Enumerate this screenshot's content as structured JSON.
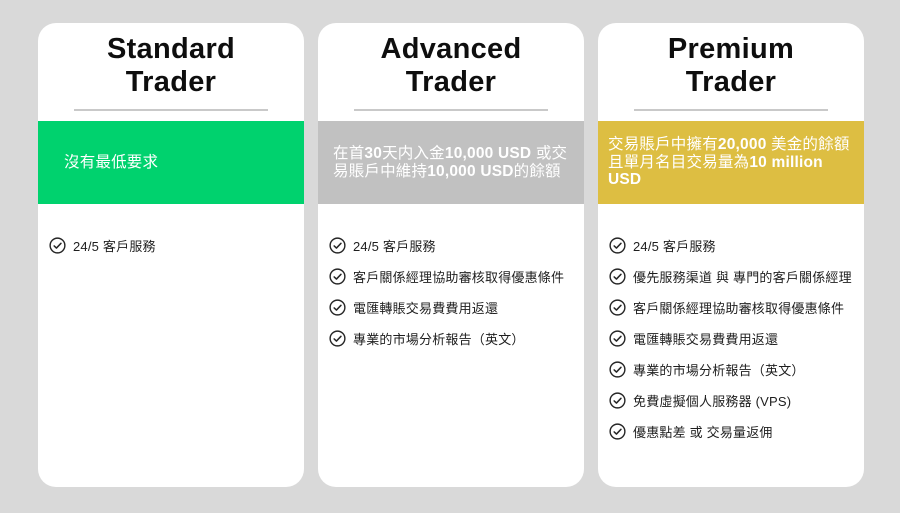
{
  "page": {
    "background_color": "#d9d9d9",
    "card_background_color": "#ffffff"
  },
  "icons": {
    "feature_icon": "check-circle-icon",
    "feature_icon_color": "#262626"
  },
  "cards": [
    {
      "id": "standard-trader",
      "title_line1": "Standard",
      "title_line2": "Trader",
      "banner": {
        "color": "#00d26e",
        "text": "沒有最低要求"
      },
      "features": [
        "24/5 客戶服務"
      ]
    },
    {
      "id": "advanced-trader",
      "title_line1": "Advanced",
      "title_line2": "Trader",
      "banner": {
        "color": "#c1c1c1",
        "text": "在首30天内入金10,000 USD 或交易賬戶中維持10,000 USD的餘額"
      },
      "features": [
        "24/5 客戶服務",
        "客戶關係經理協助審核取得優惠條件",
        "電匯轉賬交易費費用返還",
        "專業的市場分析報告（英文）"
      ]
    },
    {
      "id": "premium-trader",
      "title_line1": "Premium",
      "title_line2": "Trader",
      "banner": {
        "color": "#ddbe42",
        "text": "交易賬戶中擁有20,000 美金的餘額 且單月名目交易量為10 million USD"
      },
      "features": [
        "24/5 客戶服務",
        "優先服務渠道 與 專門的客戶關係經理",
        "客戶關係經理協助審核取得優惠條件",
        "電匯轉賬交易費費用返還",
        "專業的市場分析報告（英文）",
        "免費虛擬個人服務器 (VPS)",
        "優惠點差 或 交易量返佣"
      ]
    }
  ]
}
